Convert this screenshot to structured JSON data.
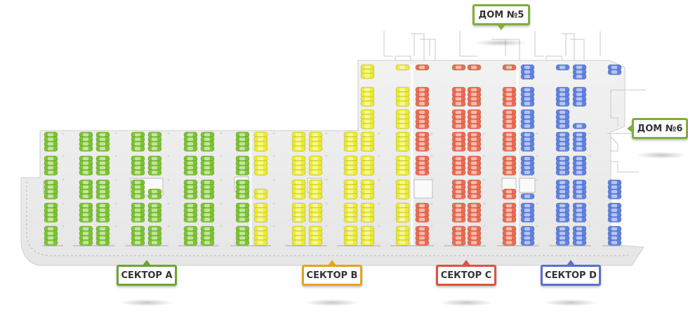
{
  "houses": [
    {
      "id": "house5",
      "label": "ДОМ №5",
      "color": "#7fae3a"
    },
    {
      "id": "house6",
      "label": "ДОМ №6",
      "color": "#7fae3a"
    }
  ],
  "sectors": [
    {
      "id": "a",
      "label": "СЕКТОР А",
      "color": "#6fa52e",
      "car_color": "#7cc52f"
    },
    {
      "id": "b",
      "label": "СЕКТОР В",
      "color": "#e7a31c",
      "car_color": "#ecec2c"
    },
    {
      "id": "c",
      "label": "СЕКТОР С",
      "color": "#e0523f",
      "car_color": "#ef6a4f"
    },
    {
      "id": "d",
      "label": "СЕКТОР D",
      "color": "#5b6fd0",
      "car_color": "#5f82e2"
    }
  ]
}
